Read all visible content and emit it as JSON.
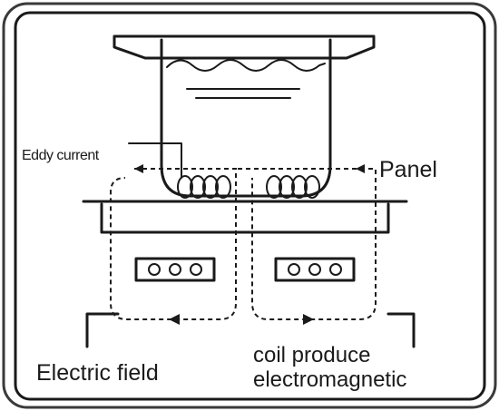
{
  "diagram": {
    "labels": {
      "eddy_current": "Eddy current",
      "panel": "Panel",
      "electric_field": "Electric field",
      "coil_line1": "coil produce",
      "coil_line2": "electromagnetic"
    },
    "coil_windows": [
      {
        "dots": [
          "o",
          "o",
          "o"
        ]
      },
      {
        "dots": [
          "o",
          "o",
          "o"
        ]
      }
    ]
  }
}
